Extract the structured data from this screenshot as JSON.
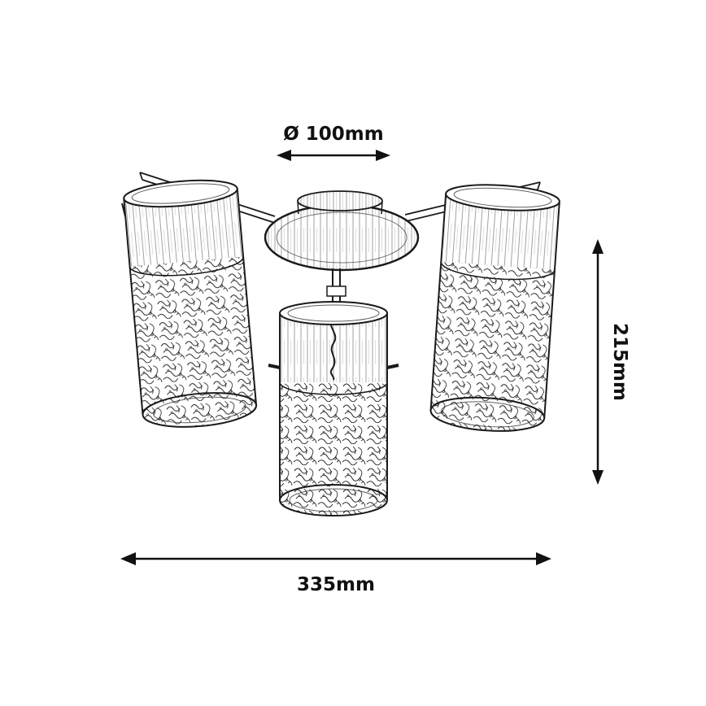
{
  "diagram": {
    "type": "technical-dimension-drawing",
    "background": "#ffffff",
    "line_color": "#1a1a1a",
    "dimensions": {
      "diameter_label": "Ø 100mm",
      "height_label": "215mm",
      "width_label": "335mm"
    }
  }
}
